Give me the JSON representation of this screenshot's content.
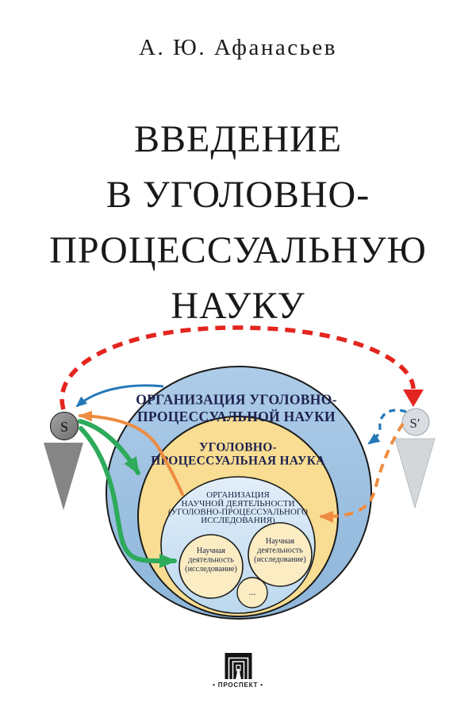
{
  "cover": {
    "author": "А. Ю. Афанасьев",
    "title_lines": [
      "ВВЕДЕНИЕ",
      "В УГОЛОВНО-",
      "ПРОЦЕССУАЛЬНУЮ",
      "НАУКУ"
    ],
    "publisher_label": "• ПРОСПЕКТ •"
  },
  "diagram": {
    "outer_circle": {
      "label": [
        "ОРГАНИЗАЦИЯ УГОЛОВНО-",
        "ПРОЦЕССУАЛЬНОЙ НАУКИ"
      ]
    },
    "science_circle": {
      "label": [
        "УГОЛОВНО-",
        "ПРОЦЕССУАЛЬНАЯ НАУКА"
      ]
    },
    "org_circle": {
      "label": [
        "ОРГАНИЗАЦИЯ",
        "НАУЧНОЙ ДЕЯТЕЛЬНОСТИ",
        "(УГОЛОВНО-ПРОЦЕССУАЛЬНОГО",
        "ИССЛЕДОВАНИЯ)"
      ]
    },
    "research_circle_left": {
      "label": [
        "Научная",
        "деятельность",
        "(исследование)"
      ]
    },
    "research_circle_right": {
      "label": [
        "Научная",
        "деятельность",
        "(исследование)"
      ]
    },
    "ellipsis_circle": {
      "label": "..."
    },
    "subject_left": {
      "label": "S"
    },
    "subject_right": {
      "label": "S′"
    },
    "colors": {
      "outer_circle_top": "#aecce8",
      "outer_circle_bottom": "#8db6da",
      "science_circle": "#f8dd92",
      "org_circle_top": "#e2eef9",
      "org_circle_bottom": "#bcd8ee",
      "research_circle": "#fbecc3",
      "arrow_red": "#e4251f",
      "arrow_blue": "#2478b8",
      "arrow_orange": "#ee8c41",
      "arrow_green": "#2dab5b",
      "subject_left_fill": "#8f8f8f",
      "subject_right_fill": "#d9dce0",
      "label_color": "#1d2150"
    }
  }
}
